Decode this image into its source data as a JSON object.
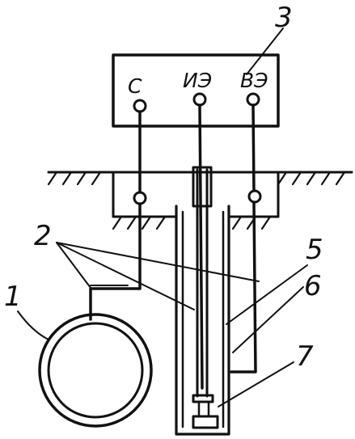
{
  "diagram": {
    "callouts": {
      "c1": "1",
      "c2": "2",
      "c3": "3",
      "c5": "5",
      "c6": "6",
      "c7": "7"
    },
    "terminals": {
      "s": "С",
      "ie": "ИЭ",
      "ve": "ВЭ"
    },
    "colors": {
      "ink": "#111111",
      "background": "#ffffff"
    }
  }
}
